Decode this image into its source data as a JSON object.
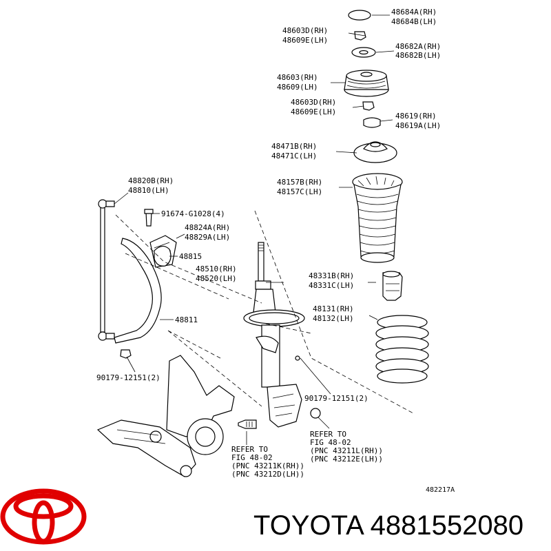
{
  "brand": {
    "text": "TOYOTA 4881552080",
    "logo_name": "toyota-logo",
    "logo_color": "#e00000"
  },
  "figure_code": "482217A",
  "labels": {
    "p48684": [
      "48684A(RH)",
      "48684B(LH)"
    ],
    "p48603d_top": [
      "48603D(RH)",
      "48609E(LH)"
    ],
    "p48682": [
      "48682A(RH)",
      "48682B(LH)"
    ],
    "p48603": [
      "48603(RH)",
      "48609(LH)"
    ],
    "p48603d_mid": [
      "48603D(RH)",
      "48609E(LH)"
    ],
    "p48619": [
      "48619(RH)",
      "48619A(LH)"
    ],
    "p48471": [
      "48471B(RH)",
      "48471C(LH)"
    ],
    "p48157": [
      "48157B(RH)",
      "48157C(LH)"
    ],
    "p48820": [
      "48820B(RH)",
      "48810(LH)"
    ],
    "p91674": [
      "91674-G1028(4)"
    ],
    "p48824": [
      "48824A(RH)",
      "48829A(LH)"
    ],
    "p48815": [
      "48815"
    ],
    "p48510": [
      "48510(RH)",
      "48520(LH)"
    ],
    "p48331": [
      "48331B(RH)",
      "48331C(LH)"
    ],
    "p48131": [
      "48131(RH)",
      "48132(LH)"
    ],
    "p48811": [
      "48811"
    ],
    "p90179_left": [
      "90179-12151(2)"
    ],
    "p90179_right": [
      "90179-12151(2)"
    ],
    "refer_right": [
      "REFER TO",
      "FIG 48-02",
      "(PNC 43211L(RH))",
      "(PNC 43212E(LH))"
    ],
    "refer_left": [
      "REFER TO",
      "FIG 48-02",
      "(PNC 43211K(RH))",
      "(PNC 43212D(LH))"
    ]
  }
}
